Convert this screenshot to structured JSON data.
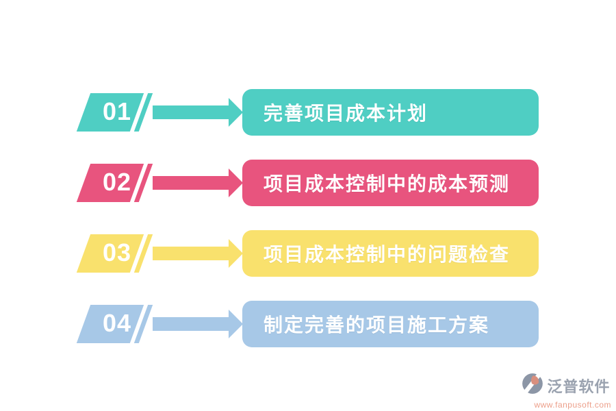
{
  "page": {
    "background": "#FFFFFF",
    "step_text_color": "#FFFFFF"
  },
  "steps": [
    {
      "number": "01",
      "label": "完善项目成本计划",
      "color": "#4FCEC3"
    },
    {
      "number": "02",
      "label": "项目成本控制中的成本预测",
      "color": "#E8547E"
    },
    {
      "number": "03",
      "label": "项目成本控制中的问题检查",
      "color": "#F9E16D"
    },
    {
      "number": "04",
      "label": "制定完善的项目施工方案",
      "color": "#A7C8E7"
    }
  ],
  "footer": {
    "brand": "泛普软件",
    "url": "www.fanpusoft.com",
    "brand_color": "#9AA2AF",
    "url_color": "#EC9E89",
    "icon_gray": "#8C96A6",
    "icon_salmon": "#D98F7E"
  }
}
